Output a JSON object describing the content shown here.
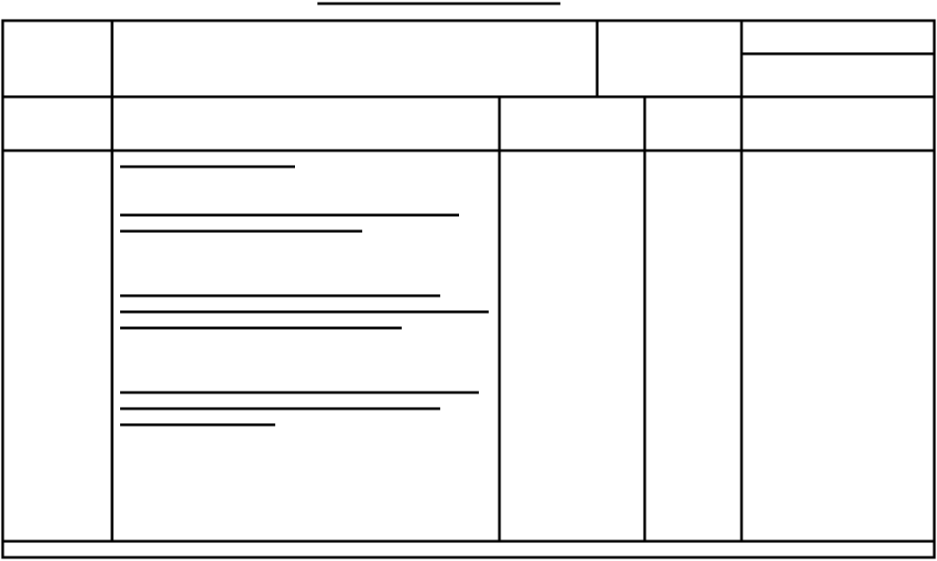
{
  "form": {
    "title": "",
    "header": {
      "left_cell": "",
      "main_cell": "",
      "mid_cell": "",
      "right_top_cell": "",
      "right_bottom_cell": ""
    },
    "columns": [
      "",
      "",
      "",
      "",
      ""
    ],
    "rows": [
      {
        "left": "",
        "entries": [
          {
            "lines": 1
          },
          {
            "lines": 2
          },
          {
            "lines": 3
          },
          {
            "lines": 3
          }
        ],
        "col3": "",
        "col4": "",
        "col5": ""
      }
    ],
    "footer": ""
  },
  "colors": {
    "ink": "#000000",
    "paper": "#ffffff"
  }
}
